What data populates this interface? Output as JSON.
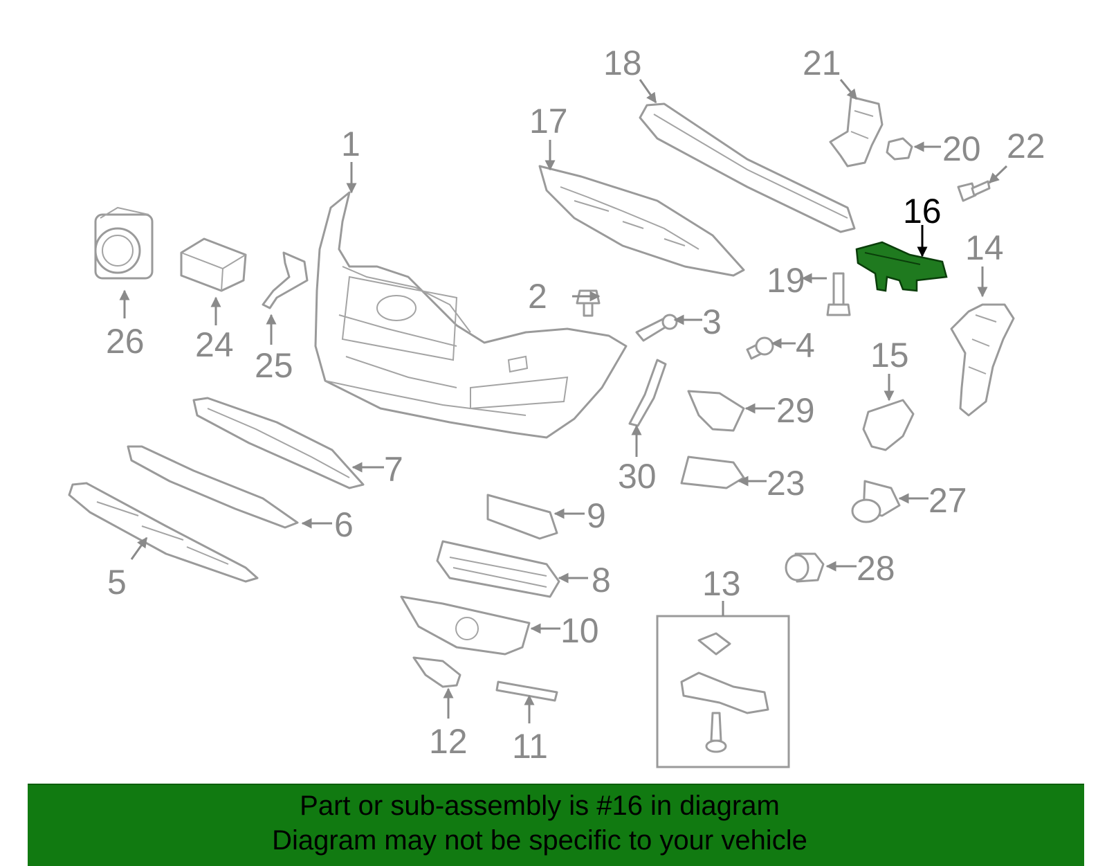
{
  "diagram": {
    "highlight_color": "#1f7a1f",
    "line_color": "#9a9a9a",
    "callouts": {
      "c1": "1",
      "c2": "2",
      "c3": "3",
      "c4": "4",
      "c5": "5",
      "c6": "6",
      "c7": "7",
      "c8": "8",
      "c9": "9",
      "c10": "10",
      "c11": "11",
      "c12": "12",
      "c13": "13",
      "c14": "14",
      "c15": "15",
      "c16": "16",
      "c17": "17",
      "c18": "18",
      "c19": "19",
      "c20": "20",
      "c21": "21",
      "c22": "22",
      "c23": "23",
      "c24": "24",
      "c25": "25",
      "c26": "26",
      "c27": "27",
      "c28": "28",
      "c29": "29",
      "c30": "30"
    }
  },
  "banner": {
    "line1": "Part or sub-assembly is #16 in diagram",
    "line2": "Diagram may not be specific to your vehicle",
    "color": "#117a11"
  }
}
